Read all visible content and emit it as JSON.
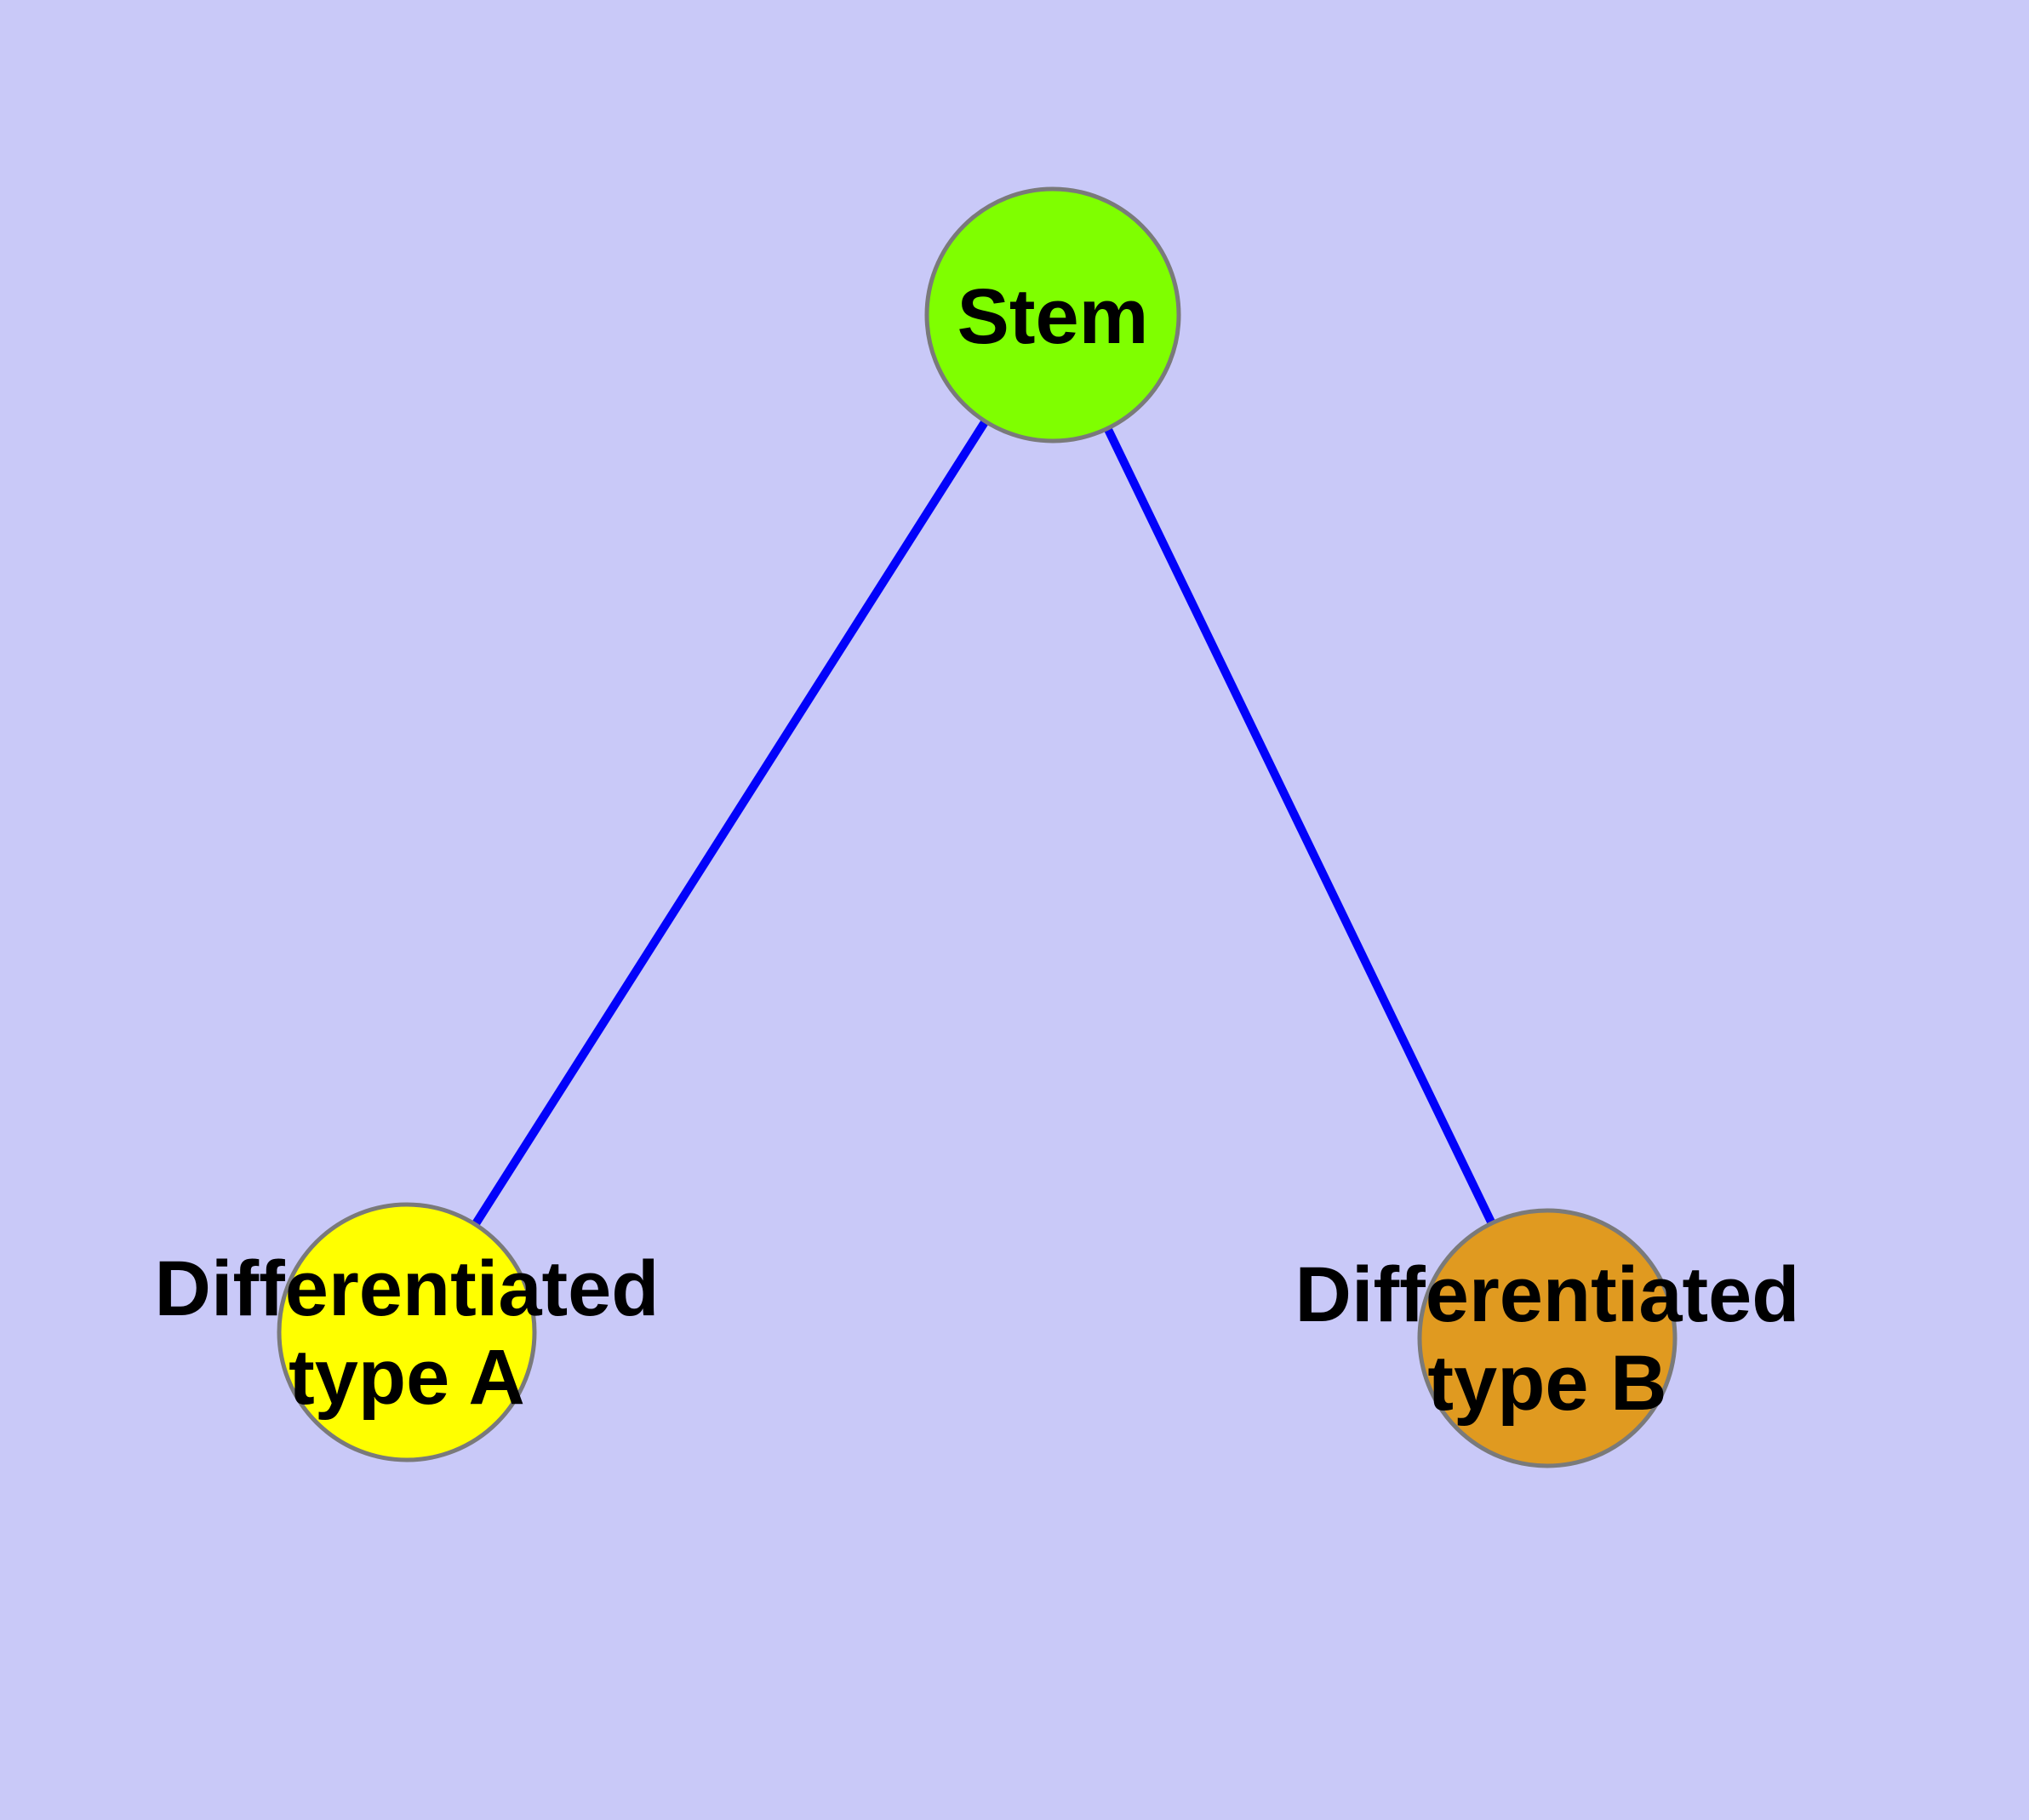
{
  "diagram": {
    "type": "node-link-graph",
    "background_color": "#c9c9f8",
    "edge_color": "#0202fa",
    "node_border_color": "#7a7a7a",
    "label_color": "#000000",
    "nodes": [
      {
        "id": "stem",
        "lines": [
          "Stem"
        ],
        "fill": "#7fff00"
      },
      {
        "id": "type-a",
        "lines": [
          "Differentiated",
          "type A"
        ],
        "fill": "#ffff00"
      },
      {
        "id": "type-b",
        "lines": [
          "Differentiated",
          "type B"
        ],
        "fill": "#e09a20"
      }
    ],
    "edges": [
      {
        "from": "stem",
        "to": "type-a"
      },
      {
        "from": "stem",
        "to": "type-b"
      }
    ]
  }
}
